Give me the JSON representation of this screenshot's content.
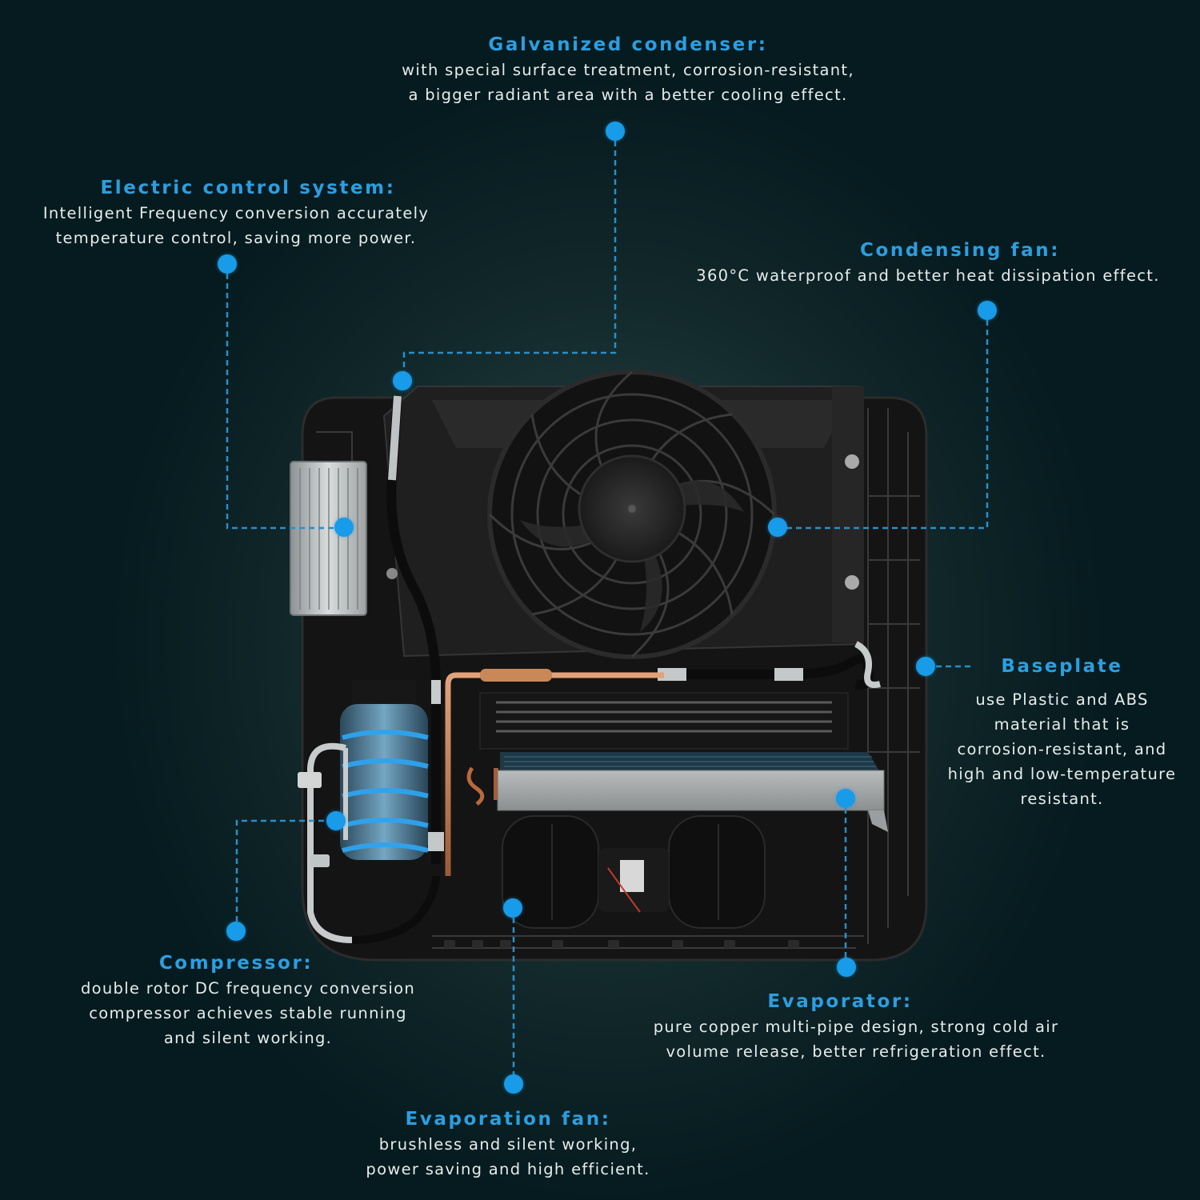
{
  "colors": {
    "background": "#031d21",
    "accent_blue": "#2c9ee0",
    "dot_blue": "#189be8",
    "body_text": "#e6ecec"
  },
  "product": {
    "name_icon": "rooftop-air-conditioner-unit-illustration"
  },
  "callouts": [
    {
      "id": "galvanized-condenser",
      "title": "Galvanized condenser:",
      "desc": "with special surface treatment, corrosion-resistant,\na bigger radiant area with a better cooling effect."
    },
    {
      "id": "electric-control-system",
      "title": "Electric control system:",
      "desc": "Intelligent Frequency conversion accurately\ntemperature control, saving more power."
    },
    {
      "id": "condensing-fan",
      "title": "Condensing fan:",
      "desc": "360°C waterproof and better heat dissipation effect."
    },
    {
      "id": "baseplate",
      "title": "Baseplate",
      "desc": "use Plastic and ABS\nmaterial that is\ncorrosion-resistant, and\nhigh and low-temperature\nresistant."
    },
    {
      "id": "compressor",
      "title": "Compressor:",
      "desc": "double rotor DC frequency conversion\ncompressor achieves stable running\nand silent working."
    },
    {
      "id": "evaporator",
      "title": "Evaporator:",
      "desc": "pure copper multi-pipe design, strong cold air\nvolume release, better refrigeration effect."
    },
    {
      "id": "evaporation-fan",
      "title": "Evaporation fan:",
      "desc": "brushless and silent working,\npower saving and high efficient."
    }
  ]
}
